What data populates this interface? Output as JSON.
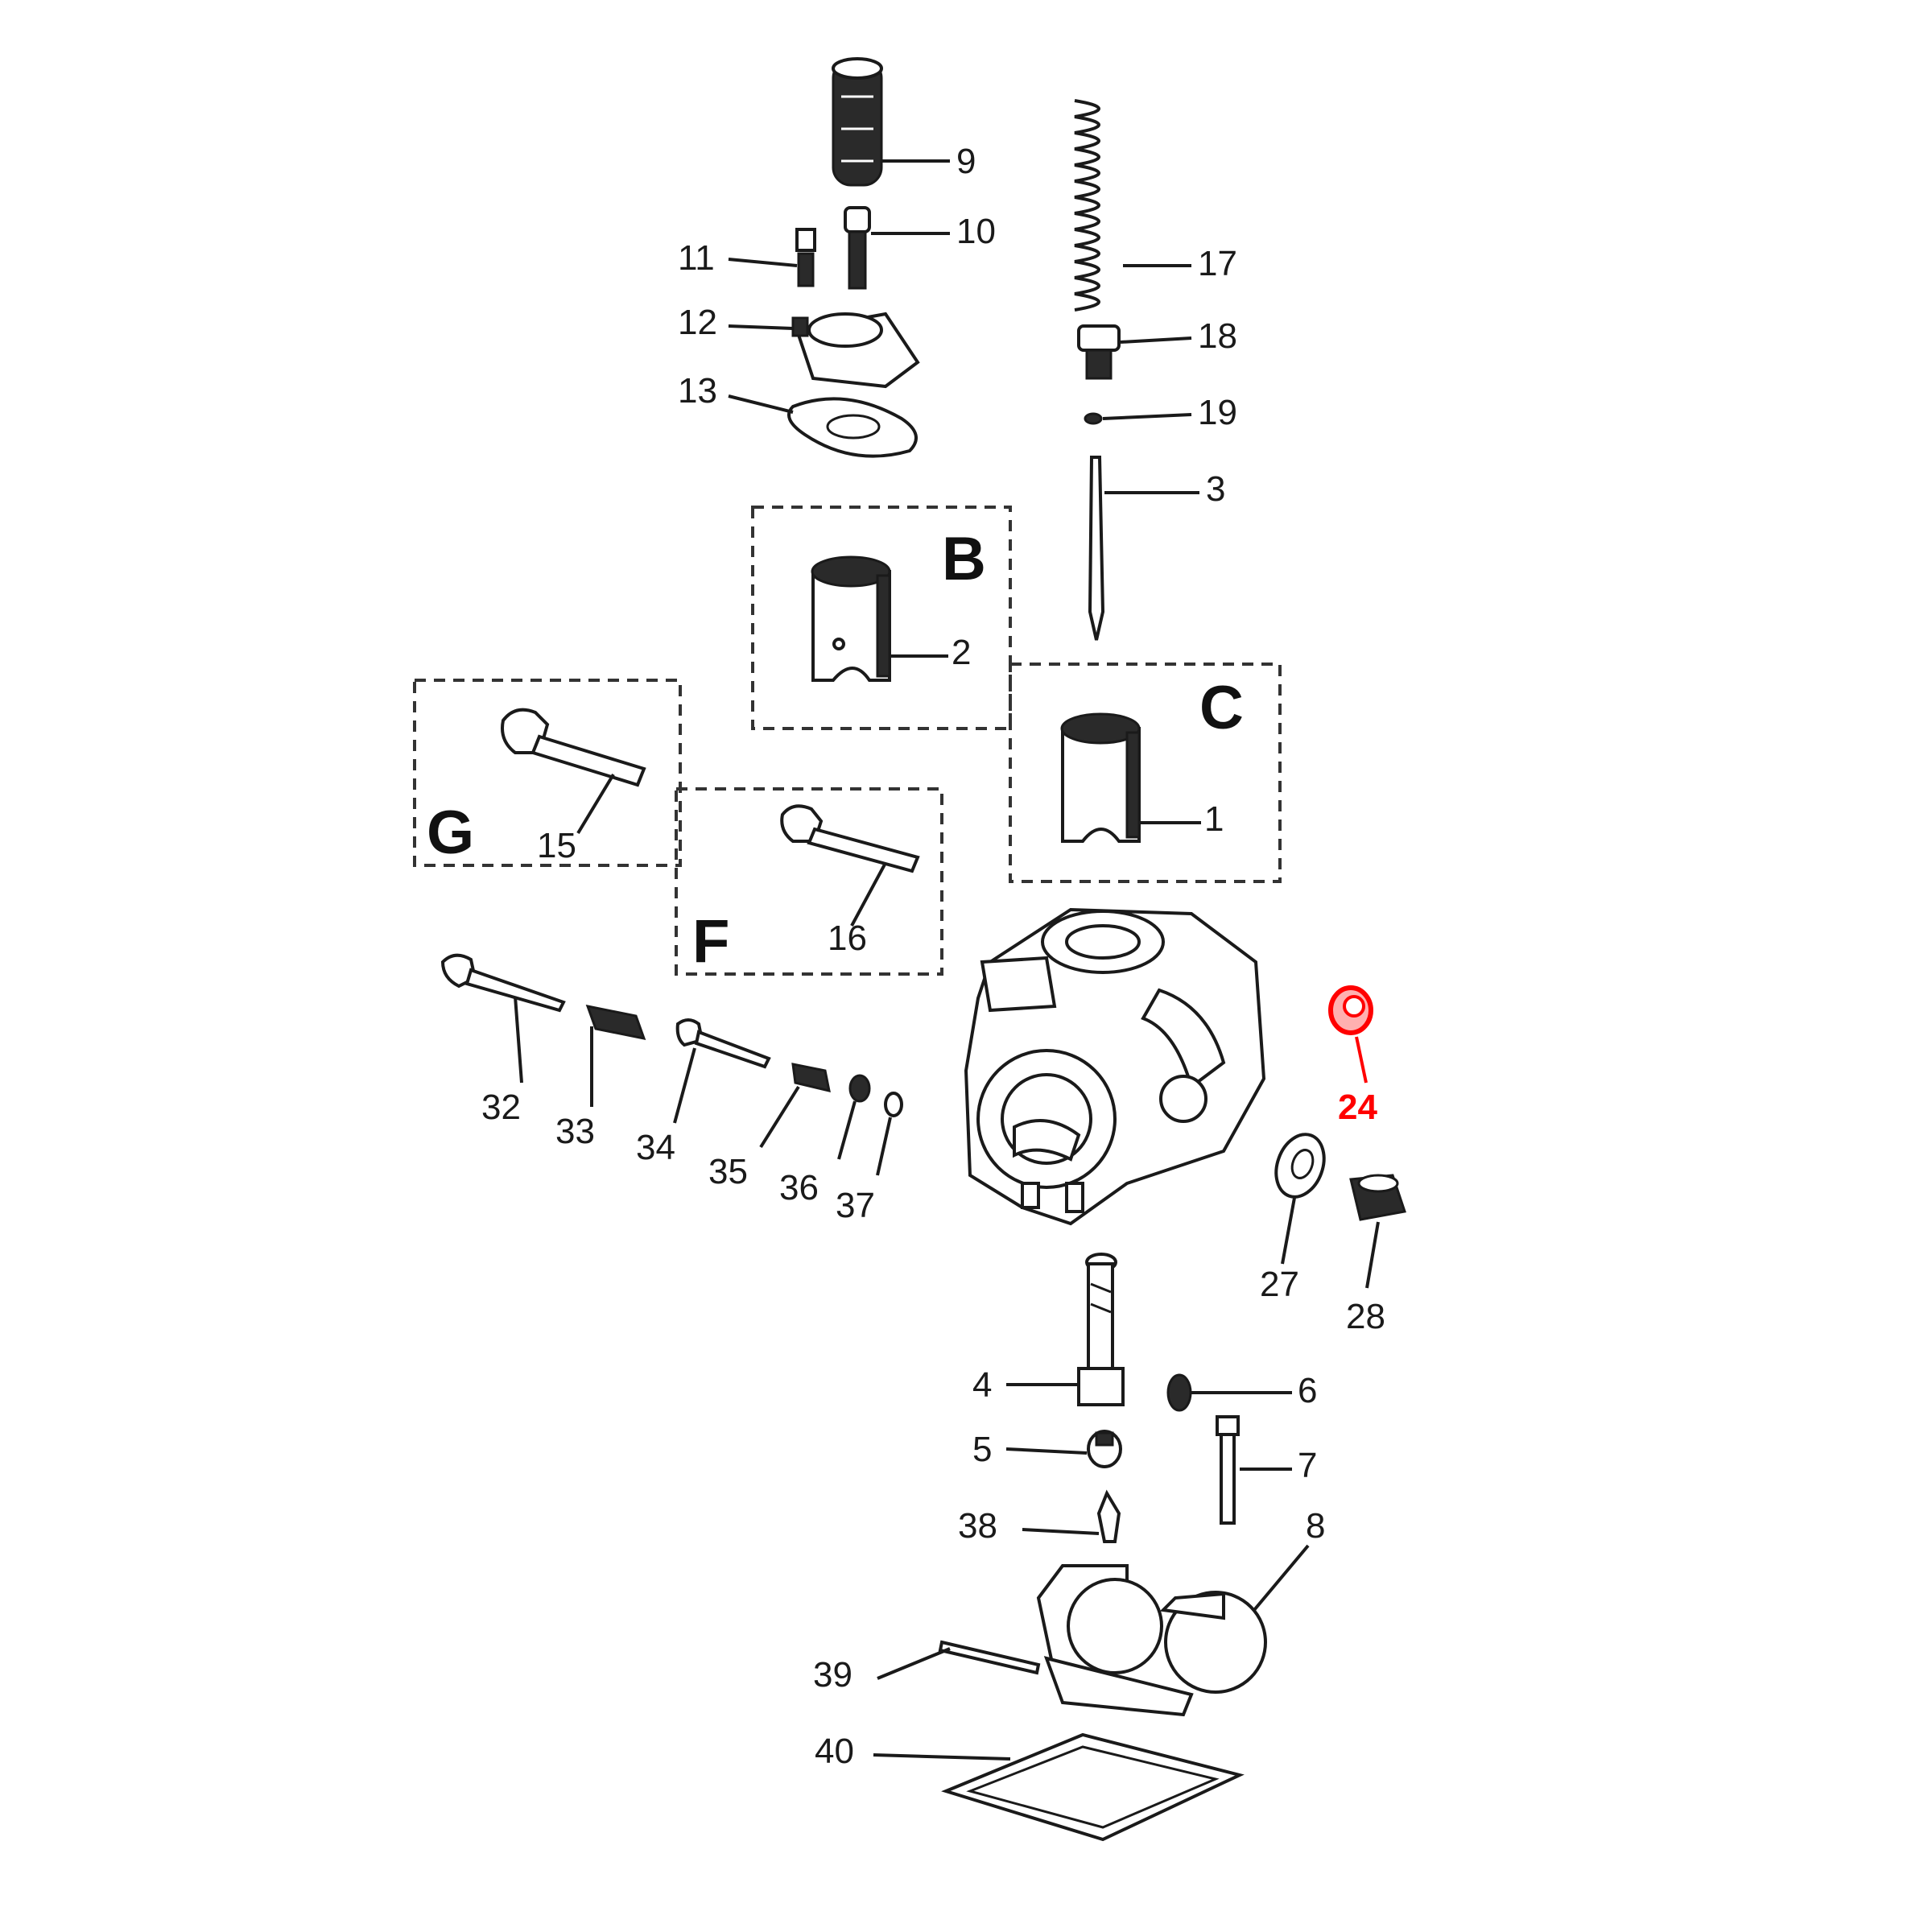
{
  "highlight_color": "#ff0000",
  "line_color": "#1a1a1a",
  "callouts": {
    "c9": "9",
    "c10": "10",
    "c11": "11",
    "c12": "12",
    "c13": "13",
    "c17": "17",
    "c18": "18",
    "c19": "19",
    "c3": "3",
    "c2": "2",
    "c1": "1",
    "c15": "15",
    "c16": "16",
    "c24": "24",
    "c32": "32",
    "c33": "33",
    "c34": "34",
    "c35": "35",
    "c36": "36",
    "c37": "37",
    "c27": "27",
    "c28": "28",
    "c4": "4",
    "c5": "5",
    "c6": "6",
    "c7": "7",
    "c8": "8",
    "c38": "38",
    "c39": "39",
    "c40": "40"
  },
  "kits": {
    "B": "B",
    "C": "C",
    "G": "G",
    "F": "F"
  },
  "highlighted_part": "24"
}
